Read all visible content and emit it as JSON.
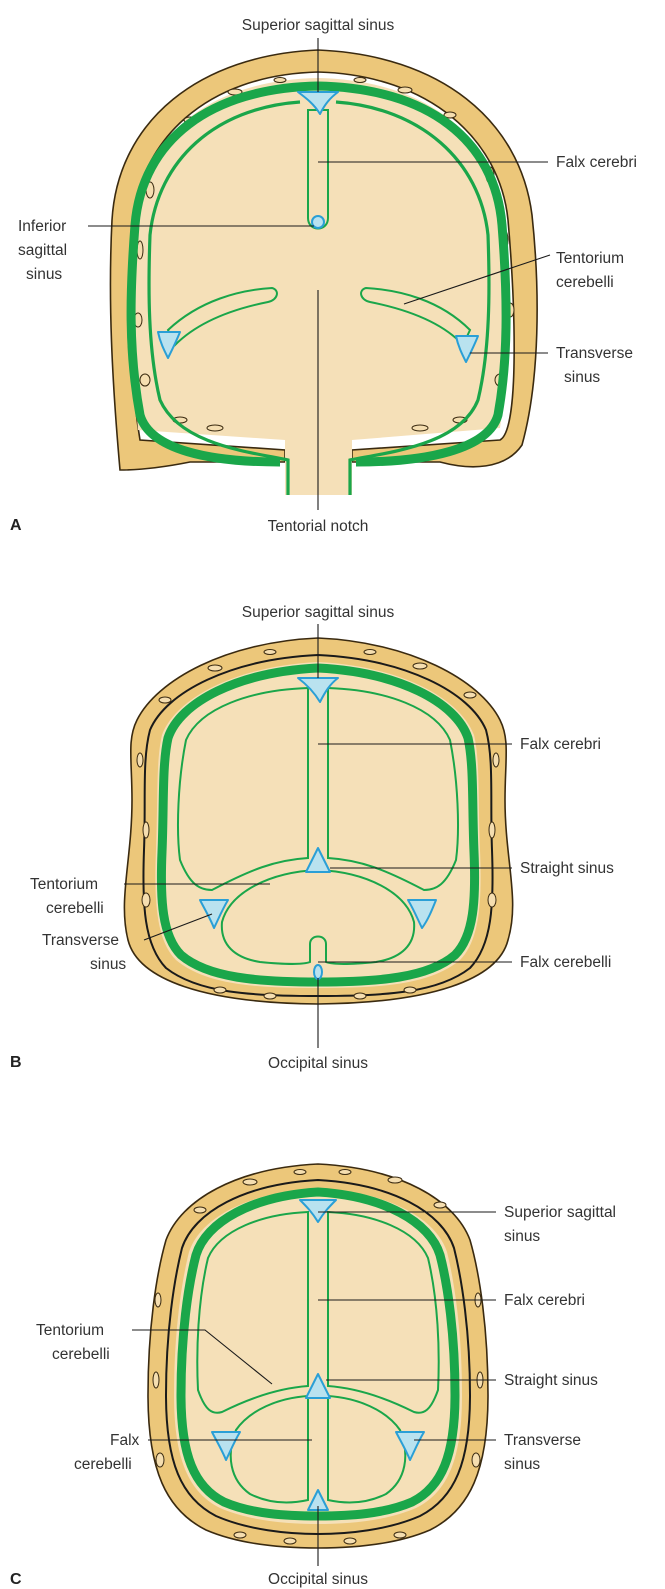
{
  "panels": [
    {
      "letter": "A",
      "labels": {
        "superior_sagittal_sinus": "Superior sagittal sinus",
        "falx_cerebri": "Falx cerebri",
        "inferior_sagittal_sinus_1": "Inferior",
        "inferior_sagittal_sinus_2": "sagittal",
        "inferior_sagittal_sinus_3": "sinus",
        "tentorium_cerebelli_1": "Tentorium",
        "tentorium_cerebelli_2": "cerebelli",
        "transverse_sinus_1": "Transverse",
        "transverse_sinus_2": "sinus",
        "tentorial_notch": "Tentorial notch"
      }
    },
    {
      "letter": "B",
      "labels": {
        "superior_sagittal_sinus": "Superior sagittal sinus",
        "falx_cerebri": "Falx cerebri",
        "straight_sinus": "Straight sinus",
        "tentorium_cerebelli_1": "Tentorium",
        "tentorium_cerebelli_2": "cerebelli",
        "transverse_sinus_1": "Transverse",
        "transverse_sinus_2": "sinus",
        "falx_cerebelli": "Falx cerebelli",
        "occipital_sinus": "Occipital sinus"
      }
    },
    {
      "letter": "C",
      "labels": {
        "superior_sagittal_sinus_1": "Superior sagittal",
        "superior_sagittal_sinus_2": "sinus",
        "falx_cerebri": "Falx cerebri",
        "tentorium_cerebelli_1": "Tentorium",
        "tentorium_cerebelli_2": "cerebelli",
        "straight_sinus": "Straight sinus",
        "falx_cerebelli_1": "Falx",
        "falx_cerebelli_2": "cerebelli",
        "transverse_sinus_1": "Transverse",
        "transverse_sinus_2": "sinus",
        "occipital_sinus": "Occipital sinus"
      }
    }
  ],
  "colors": {
    "bone": "#ecc77a",
    "brain": "#f5e0b8",
    "dura": "#1aa64a",
    "sinus_fill": "#b9e2ef",
    "sinus_stroke": "#2a9fd6",
    "leader_line": "#1a1a1a"
  }
}
